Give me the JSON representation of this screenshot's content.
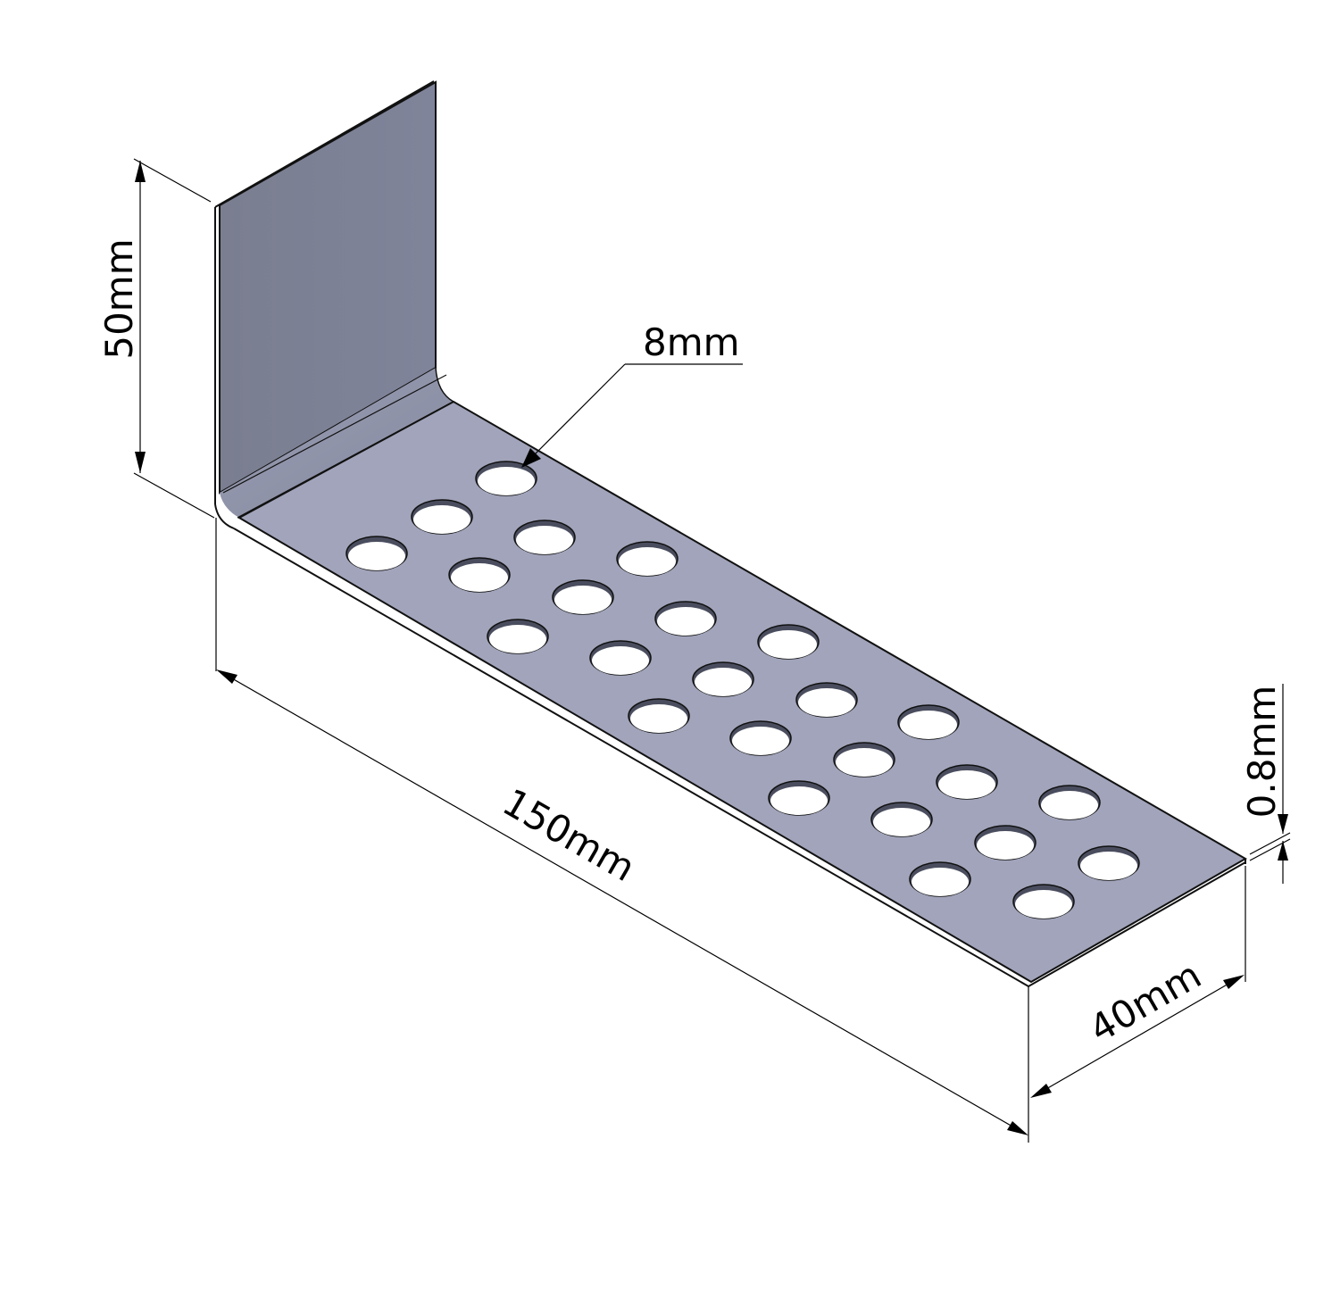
{
  "colors": {
    "vertical_flange": "#7d8193",
    "base_plate": "#a1a4ba",
    "bend_shade": "#8f93a8",
    "edge": "#111111",
    "hole": "#ffffff",
    "dimension": "#000000"
  },
  "dimensions": {
    "height": "50mm",
    "length": "150mm",
    "width": "40mm",
    "thickness": "0.8mm",
    "hole_diameter": "8mm"
  }
}
